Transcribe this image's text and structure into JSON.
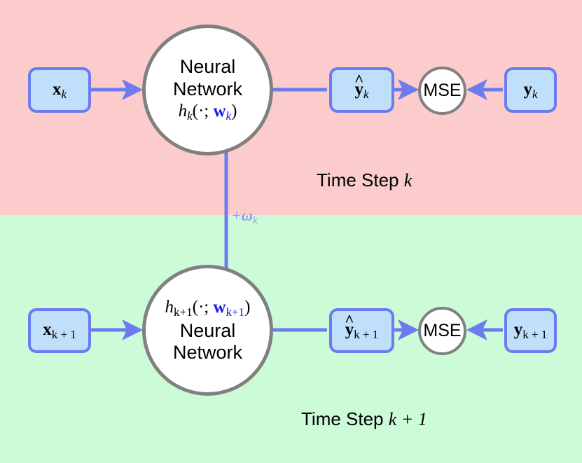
{
  "colors": {
    "band_top": "#fccccc",
    "band_bottom": "#ccfbd8",
    "box_fill": "#bfdffb",
    "box_border": "#6c7cf0",
    "arrow": "#6c7cf0",
    "circle_border": "#808080",
    "circle_fill": "#ffffff",
    "weight_text": "#1818ee",
    "noise_text": "#8e9bf3"
  },
  "top_row": {
    "input_box": {
      "base": "x",
      "subscript": "k"
    },
    "network": {
      "line1": "Neural",
      "line2": "Network",
      "formula_fn": "h",
      "formula_fn_sub": "k",
      "formula_args_open": "(·; ",
      "formula_weight": "w",
      "formula_weight_sub": "k",
      "formula_args_close": ")"
    },
    "prediction_box": {
      "base": "y",
      "subscript": "k",
      "hat": true
    },
    "loss_circle": {
      "label": "MSE"
    },
    "target_box": {
      "base": "y",
      "subscript": "k"
    },
    "caption_prefix": "Time Step ",
    "caption_index": "k"
  },
  "bottom_row": {
    "input_box": {
      "base": "x",
      "subscript": "k + 1"
    },
    "network": {
      "line1": "Neural",
      "line2": "Network",
      "formula_fn": "h",
      "formula_fn_sub": "k+1",
      "formula_args_open": "(·; ",
      "formula_weight": "w",
      "formula_weight_sub": "k+1",
      "formula_args_close": ")"
    },
    "prediction_box": {
      "base": "y",
      "subscript": "k + 1",
      "hat": true
    },
    "loss_circle": {
      "label": "MSE"
    },
    "target_box": {
      "base": "y",
      "subscript": "k + 1"
    },
    "caption_prefix": "Time Step ",
    "caption_index": "k + 1"
  },
  "noise_arrow": {
    "sign": "+",
    "symbol": "ω",
    "subscript": "k"
  }
}
